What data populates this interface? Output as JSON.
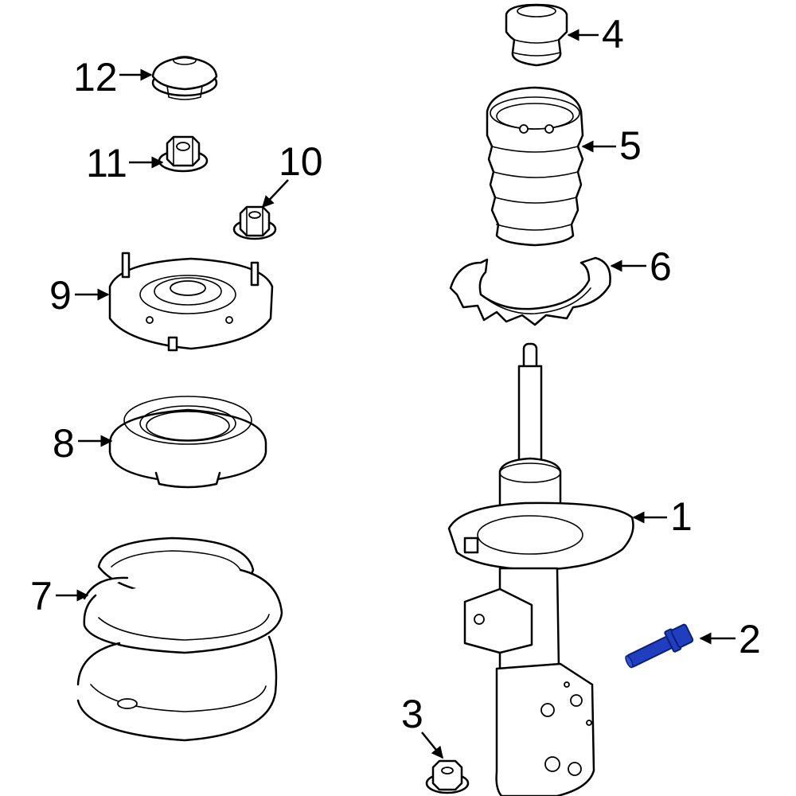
{
  "colors": {
    "line": "#000000",
    "background": "#ffffff",
    "highlight": "#1f3fbf",
    "highlight_stroke": "#0a1e7a"
  },
  "callouts": {
    "c1": "1",
    "c2": "2",
    "c3": "3",
    "c4": "4",
    "c5": "5",
    "c6": "6",
    "c7": "7",
    "c8": "8",
    "c9": "9",
    "c10": "10",
    "c11": "11",
    "c12": "12"
  }
}
